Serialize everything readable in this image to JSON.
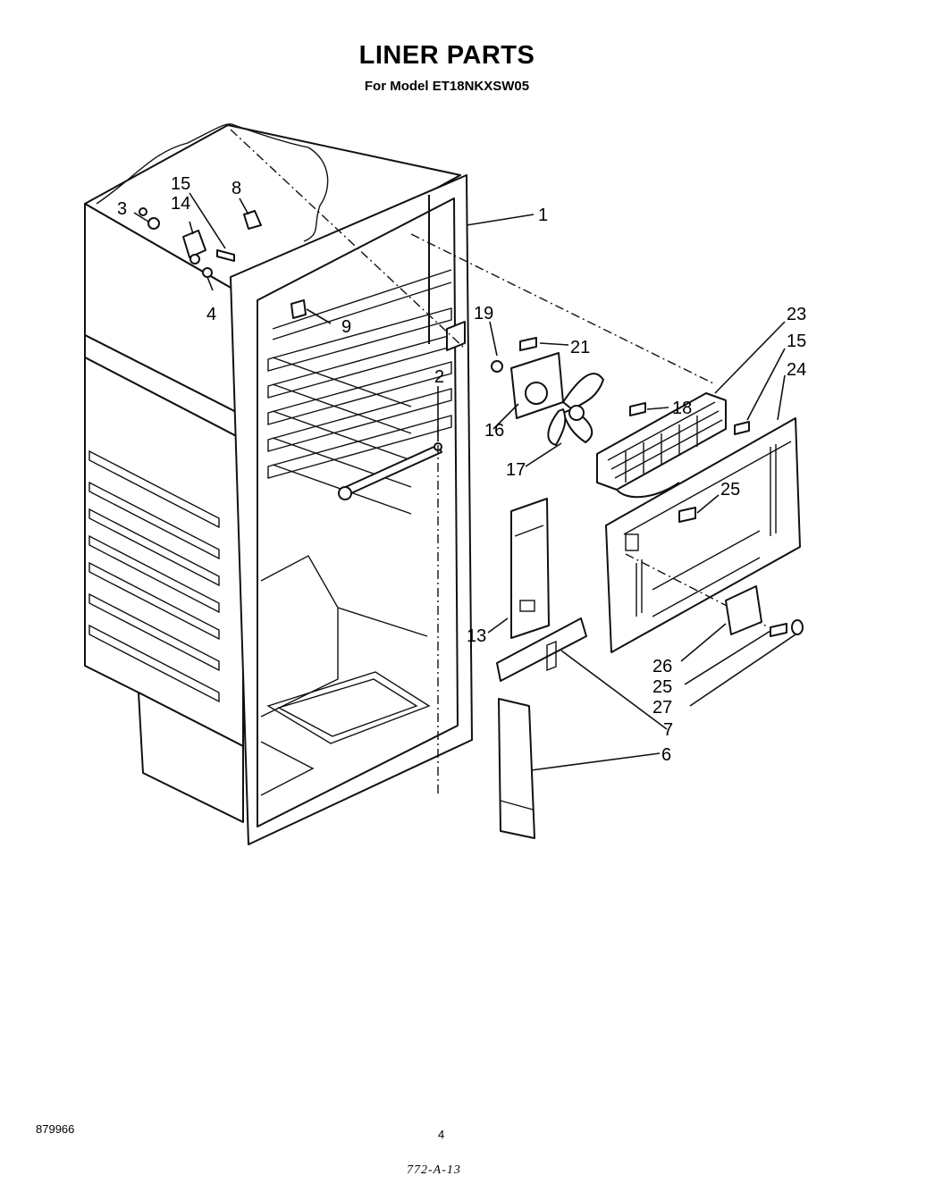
{
  "header": {
    "title": "LINER PARTS",
    "subtitle": "For Model ET18NKXSW05"
  },
  "callouts": [
    {
      "id": "c1",
      "text": "1"
    },
    {
      "id": "c2",
      "text": "2"
    },
    {
      "id": "c3",
      "text": "3"
    },
    {
      "id": "c4",
      "text": "4"
    },
    {
      "id": "c6",
      "text": "6"
    },
    {
      "id": "c7",
      "text": "7"
    },
    {
      "id": "c8",
      "text": "8"
    },
    {
      "id": "c9",
      "text": "9"
    },
    {
      "id": "c13",
      "text": "13"
    },
    {
      "id": "c14",
      "text": "14"
    },
    {
      "id": "c15a",
      "text": "15"
    },
    {
      "id": "c15b",
      "text": "15"
    },
    {
      "id": "c16",
      "text": "16"
    },
    {
      "id": "c17",
      "text": "17"
    },
    {
      "id": "c18",
      "text": "18"
    },
    {
      "id": "c19",
      "text": "19"
    },
    {
      "id": "c21",
      "text": "21"
    },
    {
      "id": "c23",
      "text": "23"
    },
    {
      "id": "c24",
      "text": "24"
    },
    {
      "id": "c25a",
      "text": "25"
    },
    {
      "id": "c25b",
      "text": "25"
    },
    {
      "id": "c26",
      "text": "26"
    },
    {
      "id": "c27",
      "text": "27"
    }
  ],
  "footer": {
    "doc_number": "879966",
    "page_number": "4",
    "handwritten_code": "772-A-13"
  }
}
